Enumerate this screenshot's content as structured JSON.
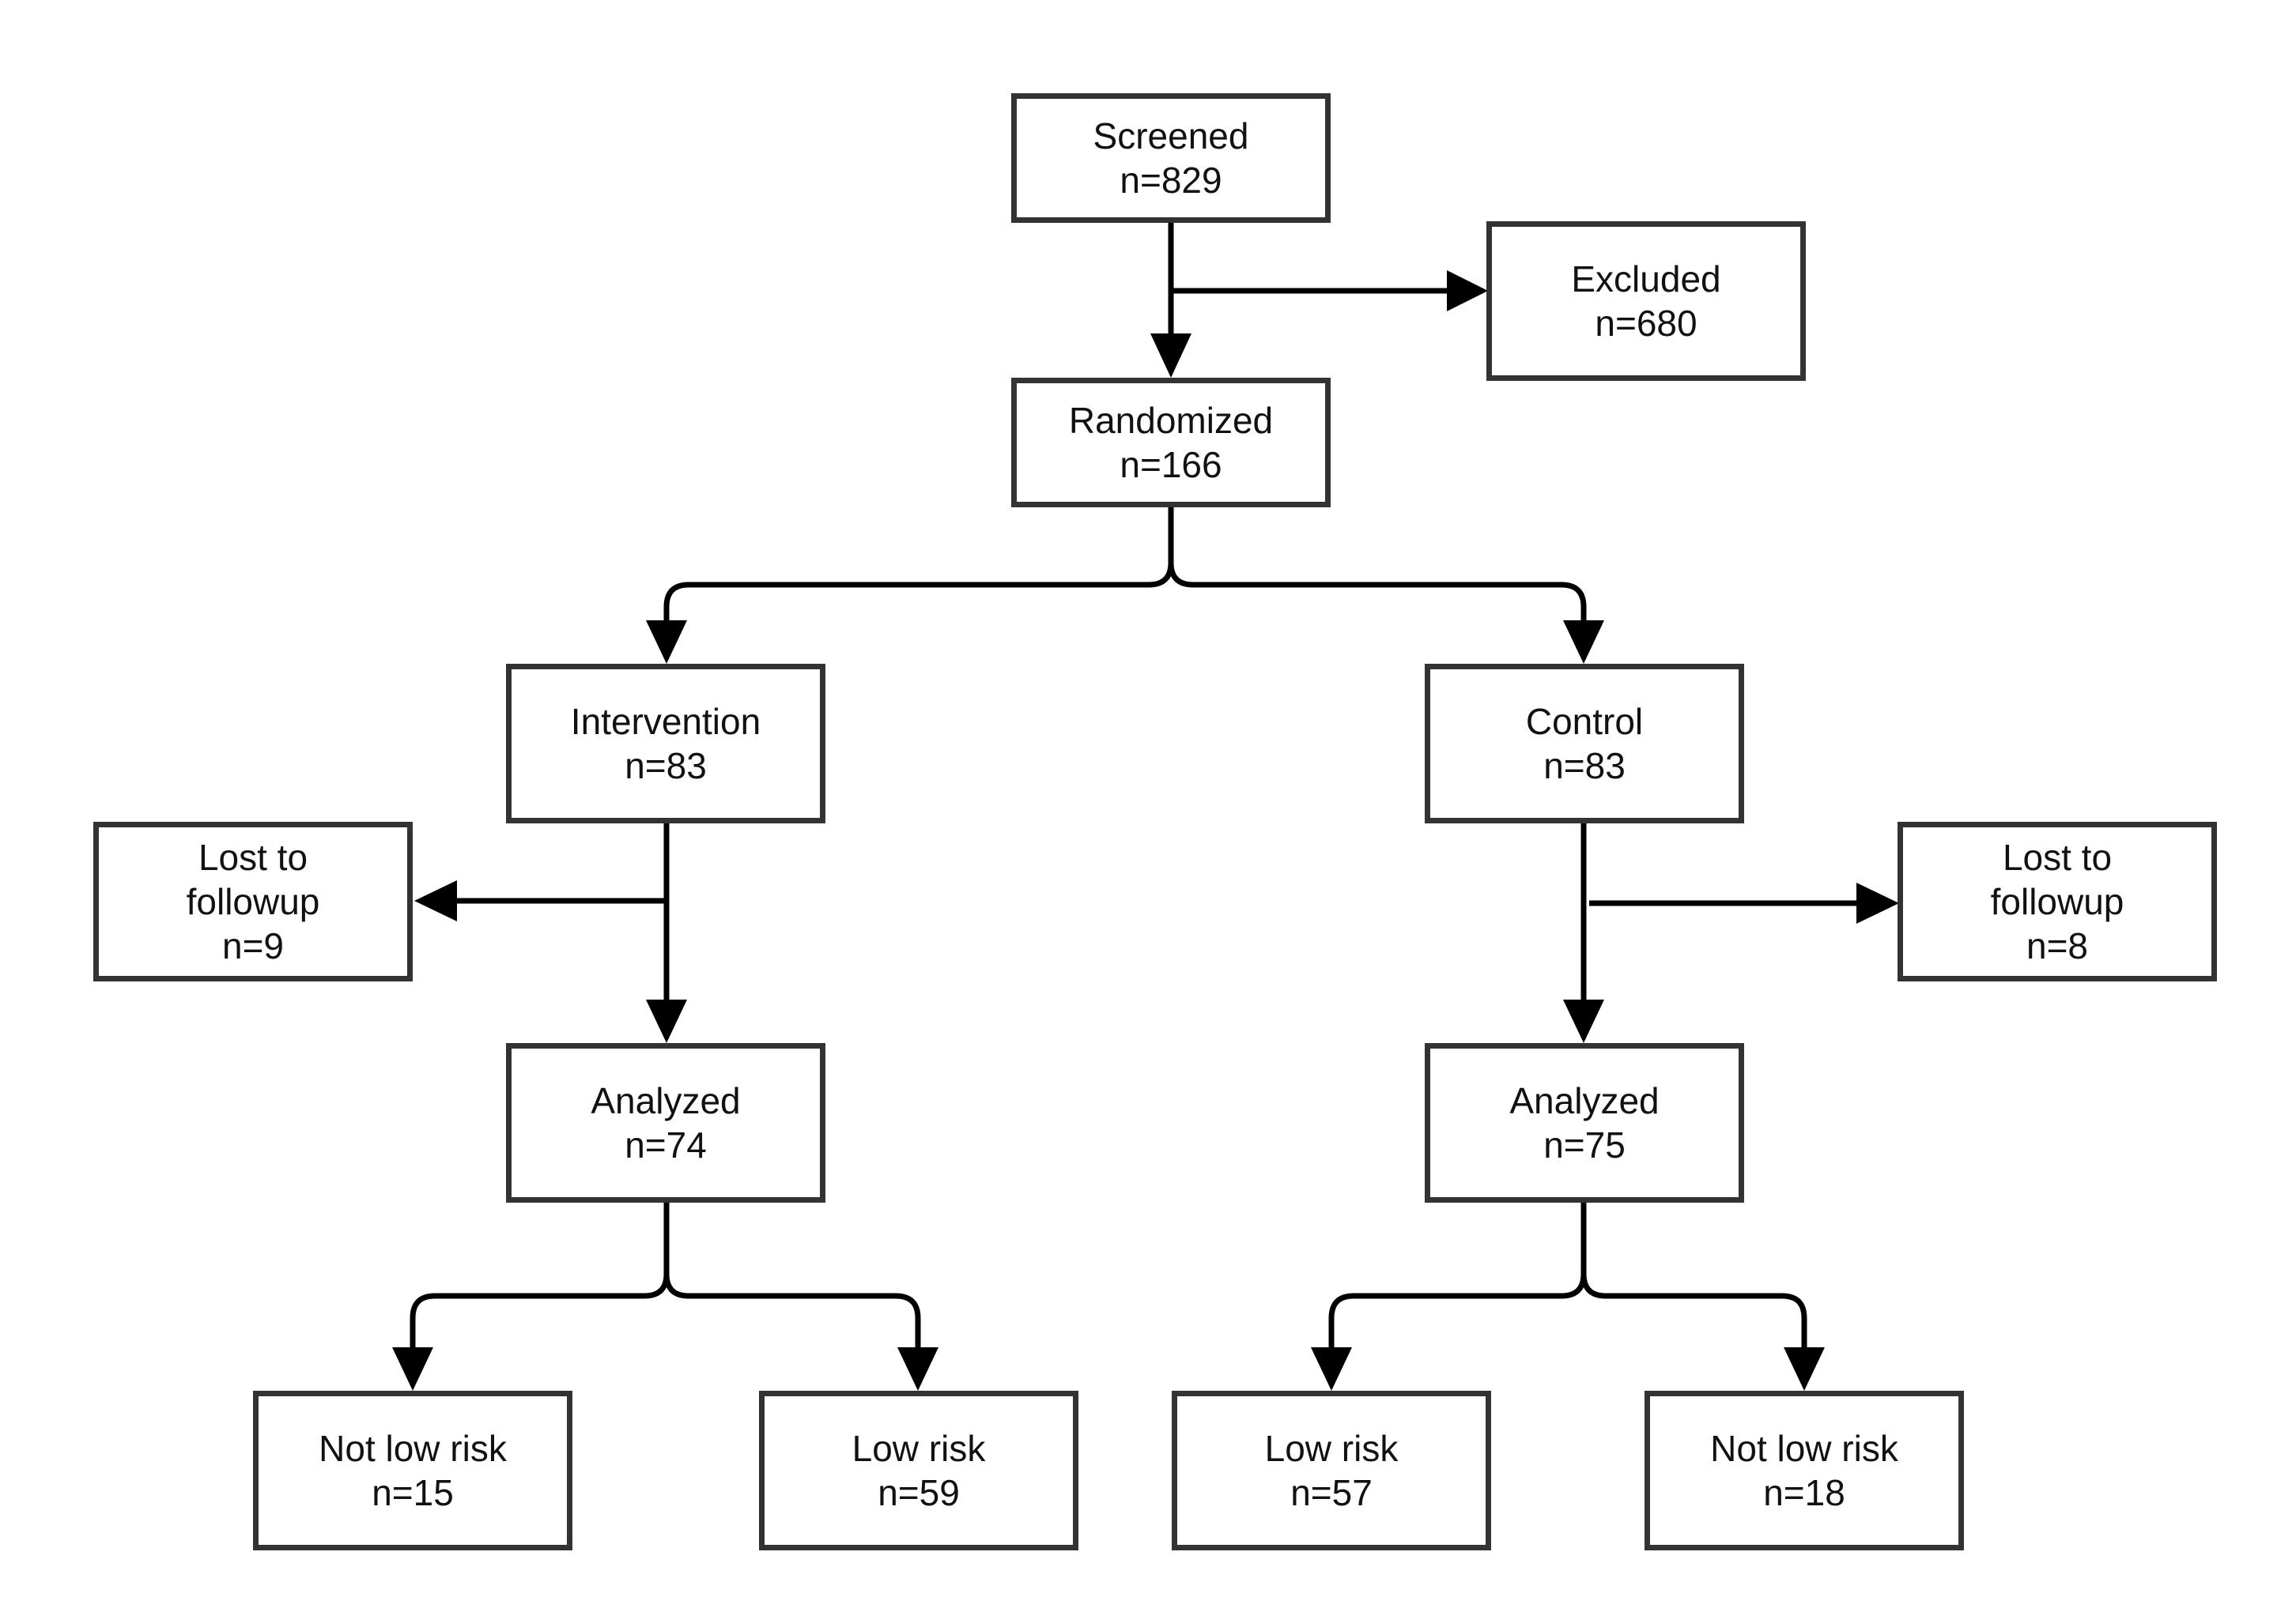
{
  "nodes": {
    "screened": {
      "label": "Screened",
      "count": "n=829"
    },
    "excluded": {
      "label": "Excluded",
      "count": "n=680"
    },
    "randomized": {
      "label": "Randomized",
      "count": "n=166"
    },
    "intervention": {
      "label": "Intervention",
      "count": "n=83"
    },
    "control": {
      "label": "Control",
      "count": "n=83"
    },
    "lost_intervention": {
      "label_line1": "Lost to",
      "label_line2": "followup",
      "count": "n=9"
    },
    "lost_control": {
      "label_line1": "Lost to",
      "label_line2": "followup",
      "count": "n=8"
    },
    "analyzed_intervention": {
      "label": "Analyzed",
      "count": "n=74"
    },
    "analyzed_control": {
      "label": "Analyzed",
      "count": "n=75"
    },
    "int_not_low_risk": {
      "label": "Not low risk",
      "count": "n=15"
    },
    "int_low_risk": {
      "label": "Low risk",
      "count": "n=59"
    },
    "ctrl_low_risk": {
      "label": "Low risk",
      "count": "n=57"
    },
    "ctrl_not_low_risk": {
      "label": "Not low risk",
      "count": "n=18"
    }
  },
  "colors": {
    "stroke": "#333333",
    "arrow": "#000000",
    "background": "#ffffff"
  }
}
